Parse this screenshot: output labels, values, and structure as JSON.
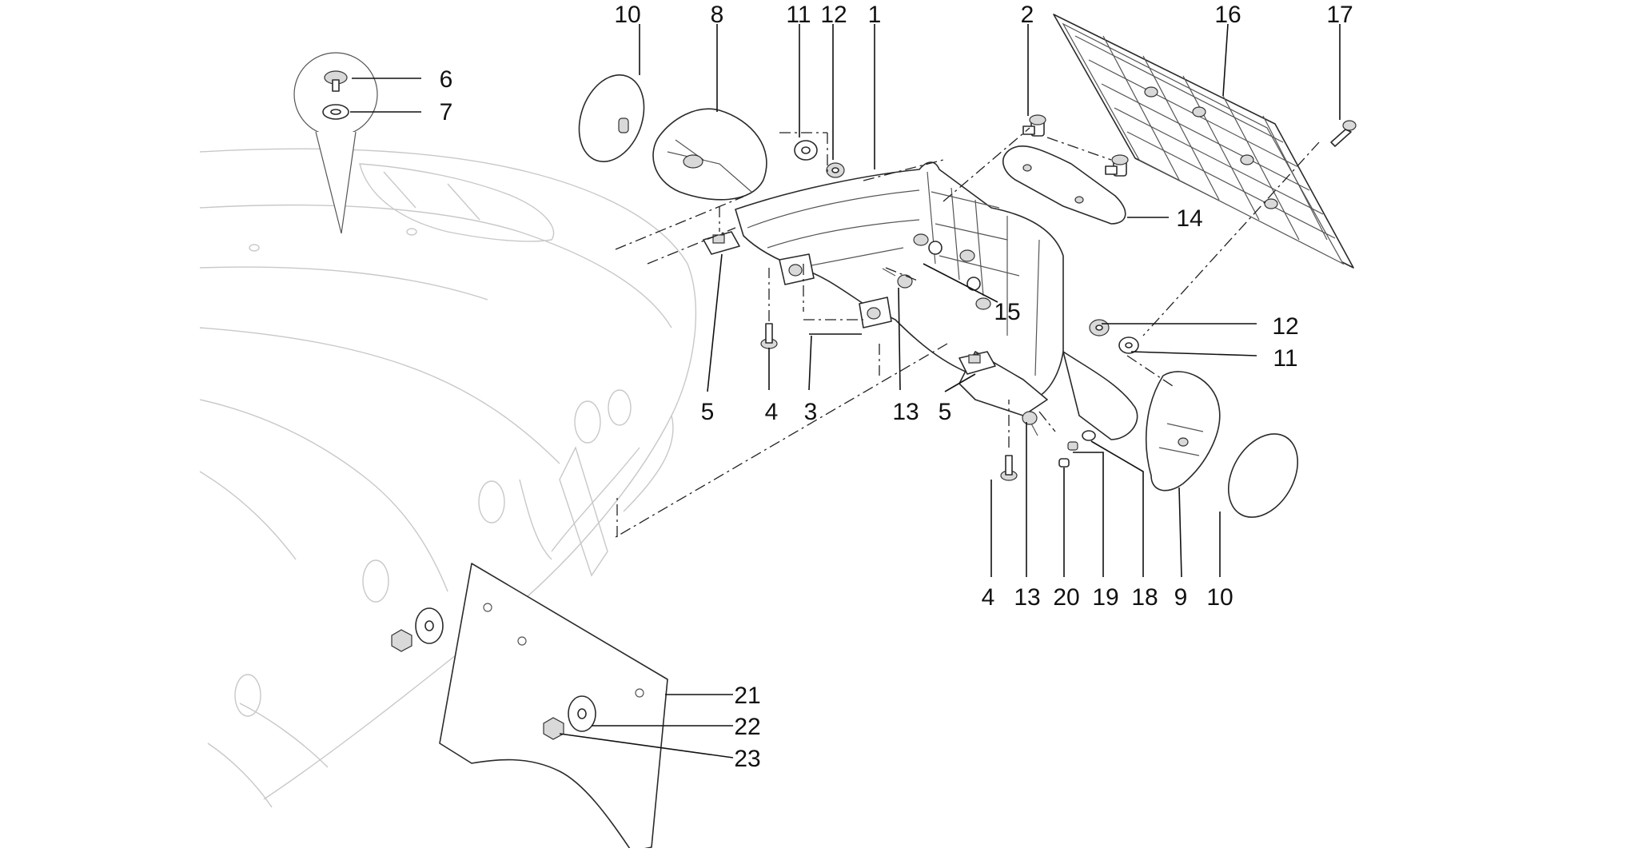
{
  "callouts": {
    "c1": "1",
    "c2": "2",
    "c3": "3",
    "c4a": "4",
    "c4b": "4",
    "c5a": "5",
    "c5b": "5",
    "c6": "6",
    "c7": "7",
    "c8": "8",
    "c9": "9",
    "c10a": "10",
    "c10b": "10",
    "c11a": "11",
    "c11b": "11",
    "c12a": "12",
    "c12b": "12",
    "c13a": "13",
    "c13b": "13",
    "c14": "14",
    "c15": "15",
    "c16": "16",
    "c17": "17",
    "c18": "18",
    "c19": "19",
    "c20": "20",
    "c21": "21",
    "c22": "22",
    "c23": "23"
  }
}
